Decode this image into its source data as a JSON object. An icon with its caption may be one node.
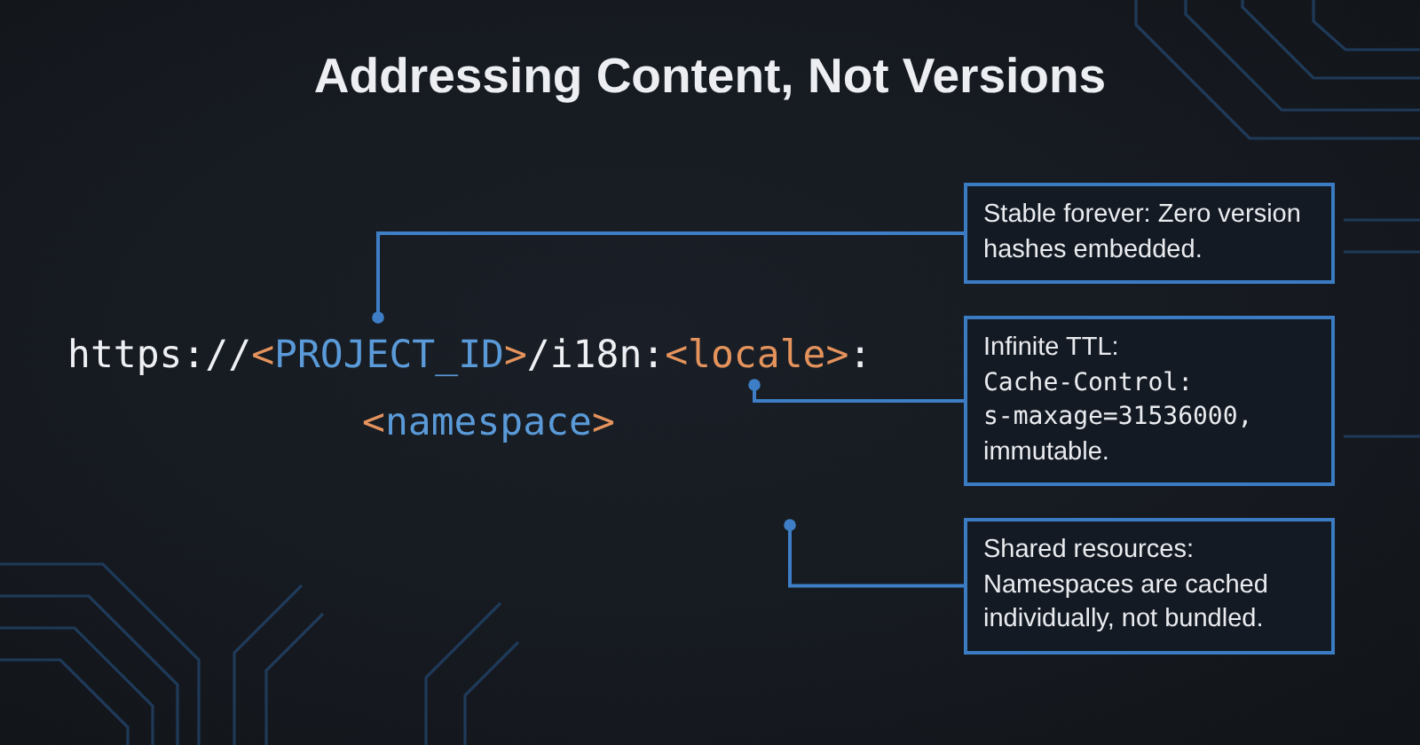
{
  "diagram": {
    "title": "Addressing Content, Not Versions",
    "nodes": [
      {
        "text": [
          "<PROJECT_ID>"
        ]
      },
      {
        "text": [
          "<locale>"
        ]
      },
      {
        "text": [
          "Stable forever: Zero version hashes embedded."
        ]
      },
      {
        "text": [
          "Infinite TTL:",
          "Cache-Control: s-maxage=31536000,",
          "immutable."
        ]
      },
      {
        "text": [
          "Shared resources: Namespaces are cached individually, not bundled."
        ]
      }
    ],
    "edges": [
      {
        "from": 2,
        "to": 0,
        "arrow": "other"
      },
      {
        "from": 3,
        "to": 1,
        "arrow": "other"
      },
      {
        "from": 4,
        "to": null,
        "arrow": "other"
      }
    ],
    "labels": [
      "https://",
      "/i18n:",
      ":",
      "<namespace>"
    ]
  }
}
